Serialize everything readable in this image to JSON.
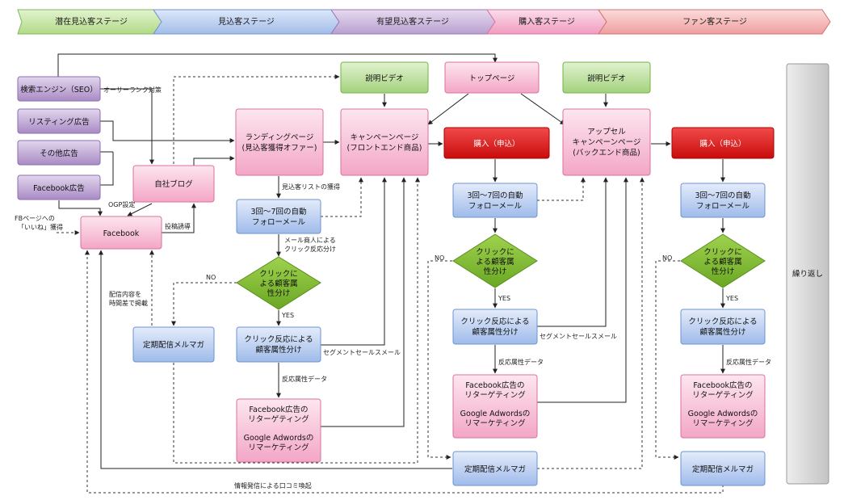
{
  "stages": [
    "潜在見込客ステージ",
    "見込客ステージ",
    "有望見込客ステージ",
    "購入客ステージ",
    "ファン客ステージ"
  ],
  "colors": {
    "stage_green": "#c8e6a8",
    "stage_blue": "#b9cdee",
    "stage_purple": "#cdb8dc",
    "stage_pink": "#f5b8d0",
    "stage_red": "#f5b8b8",
    "purple_box": "#b8a0cf",
    "pink_box": "#f7bfd6",
    "green_box": "#b8dc98",
    "blue_box": "#b7cbef",
    "red_box": "#e01818",
    "diamond": "#7fba2e",
    "gray_box": "#d4d4d4"
  },
  "sources": {
    "seo": "検索エンジン（SEO）",
    "listing": "リスティング広告",
    "other_ads": "その他広告",
    "fb_ads": "Facebook広告"
  },
  "nodes": {
    "blog": "自社ブログ",
    "facebook": "Facebook",
    "landing": [
      "ランディングページ",
      "(見込客獲得オファー)"
    ],
    "video1": "説明ビデオ",
    "top_page": "トップページ",
    "video2": "説明ビデオ",
    "campaign": [
      "キャンペーンページ",
      "(フロントエンド商品)"
    ],
    "upsell": [
      "アップセル",
      "キャンペーンページ",
      "(バックエンド商品)"
    ],
    "purchase1": "購入（申込）",
    "purchase2": "購入（申込）",
    "followup1": [
      "3回〜7回の自動",
      "フォローメール"
    ],
    "followup2": [
      "3回〜7回の自動",
      "フォローメール"
    ],
    "followup3": [
      "3回〜7回の自動",
      "フォローメール"
    ],
    "decision": [
      "クリックに",
      "よる顧客属",
      "性分け"
    ],
    "segment": [
      "クリック反応による",
      "顧客属性分け"
    ],
    "retarget_a": "Facebook広告の",
    "retarget_b": "リターゲティング",
    "retarget_c": "Google Adwordsの",
    "retarget_d": "リマーケティング",
    "newsletter": "定期配信メルマガ",
    "repeat": "繰り返し"
  },
  "labels": {
    "seo_rank": "オーサーランク対策",
    "ogp": "OGP設定",
    "fb_like_1": "FBページへの",
    "fb_like_2": "「いいね」獲得",
    "post_guide": "投稿誘導",
    "lead_list": "見込客リストの獲得",
    "mail_1": "メール商人による",
    "mail_2": "クリック反応分け",
    "no": "NO",
    "yes": "YES",
    "delivery_1": "配信内容を",
    "delivery_2": "時間差で掲載",
    "segment_sales": "セグメントセールスメール",
    "reaction_data": "反応属性データ",
    "word_of_mouth": "情報発信による口コミ喚起"
  }
}
